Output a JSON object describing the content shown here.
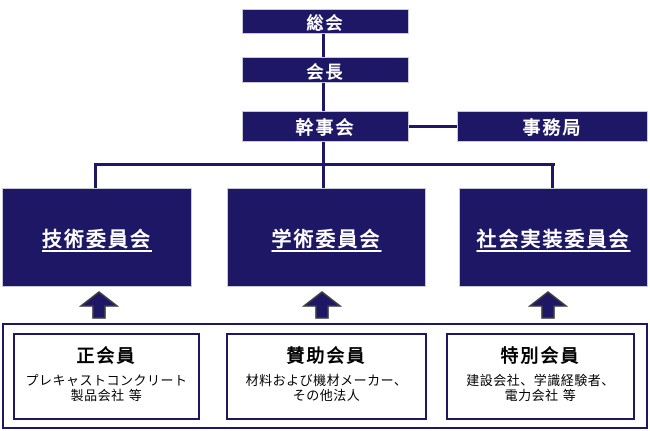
{
  "diagram": {
    "nodes": {
      "general_assembly": "総会",
      "chairman": "会長",
      "executive_board": "幹事会",
      "secretariat_office": "事務局"
    },
    "committees": [
      {
        "label": "技術委員会"
      },
      {
        "label": "学術委員会"
      },
      {
        "label": "社会実装委員会"
      }
    ],
    "member_groups": [
      {
        "title": "正会員",
        "desc_line1": "プレキャストコンクリート",
        "desc_line2": "製品会社 等"
      },
      {
        "title": "賛助会員",
        "desc_line1": "材料および機材メーカー、",
        "desc_line2": "その他法人"
      },
      {
        "title": "特別会員",
        "desc_line1": "建設会社、学識経験者、",
        "desc_line2": "電力会社 等"
      }
    ]
  },
  "colors": {
    "navy": "#1e1766",
    "arrow_outline": "#3f3f3f",
    "text_on_navy": "#ffffff",
    "text_dark": "#000000",
    "background": "#ffffff"
  }
}
